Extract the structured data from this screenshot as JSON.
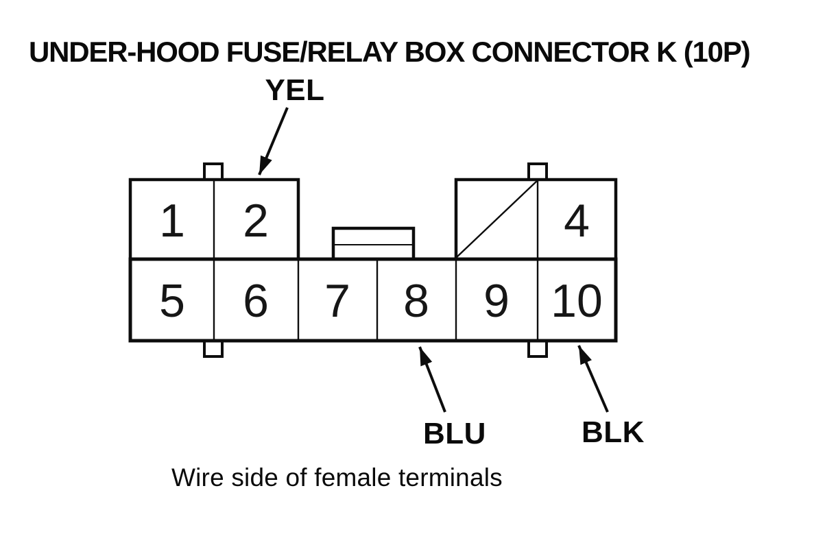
{
  "page": {
    "title": "UNDER-HOOD FUSE/RELAY BOX CONNECTOR K (10P)",
    "caption": "Wire side of female terminals"
  },
  "connector": {
    "designation": "K",
    "pin_count_label": "10P",
    "pins": {
      "top_row": [
        "1",
        "2",
        "4"
      ],
      "bottom_row": [
        "5",
        "6",
        "7",
        "8",
        "9",
        "10"
      ]
    },
    "blank_cell_slashed": true,
    "wire_labels": {
      "yel": {
        "text": "YEL",
        "points_to": "pin 2 top edge"
      },
      "blu": {
        "text": "BLU",
        "points_to": "pin 8 bottom edge"
      },
      "blk": {
        "text": "BLK",
        "points_to": "pin 10 bottom edge"
      }
    }
  },
  "colors": {
    "ink": "#0d0d0d",
    "paper": "#ffffff"
  }
}
